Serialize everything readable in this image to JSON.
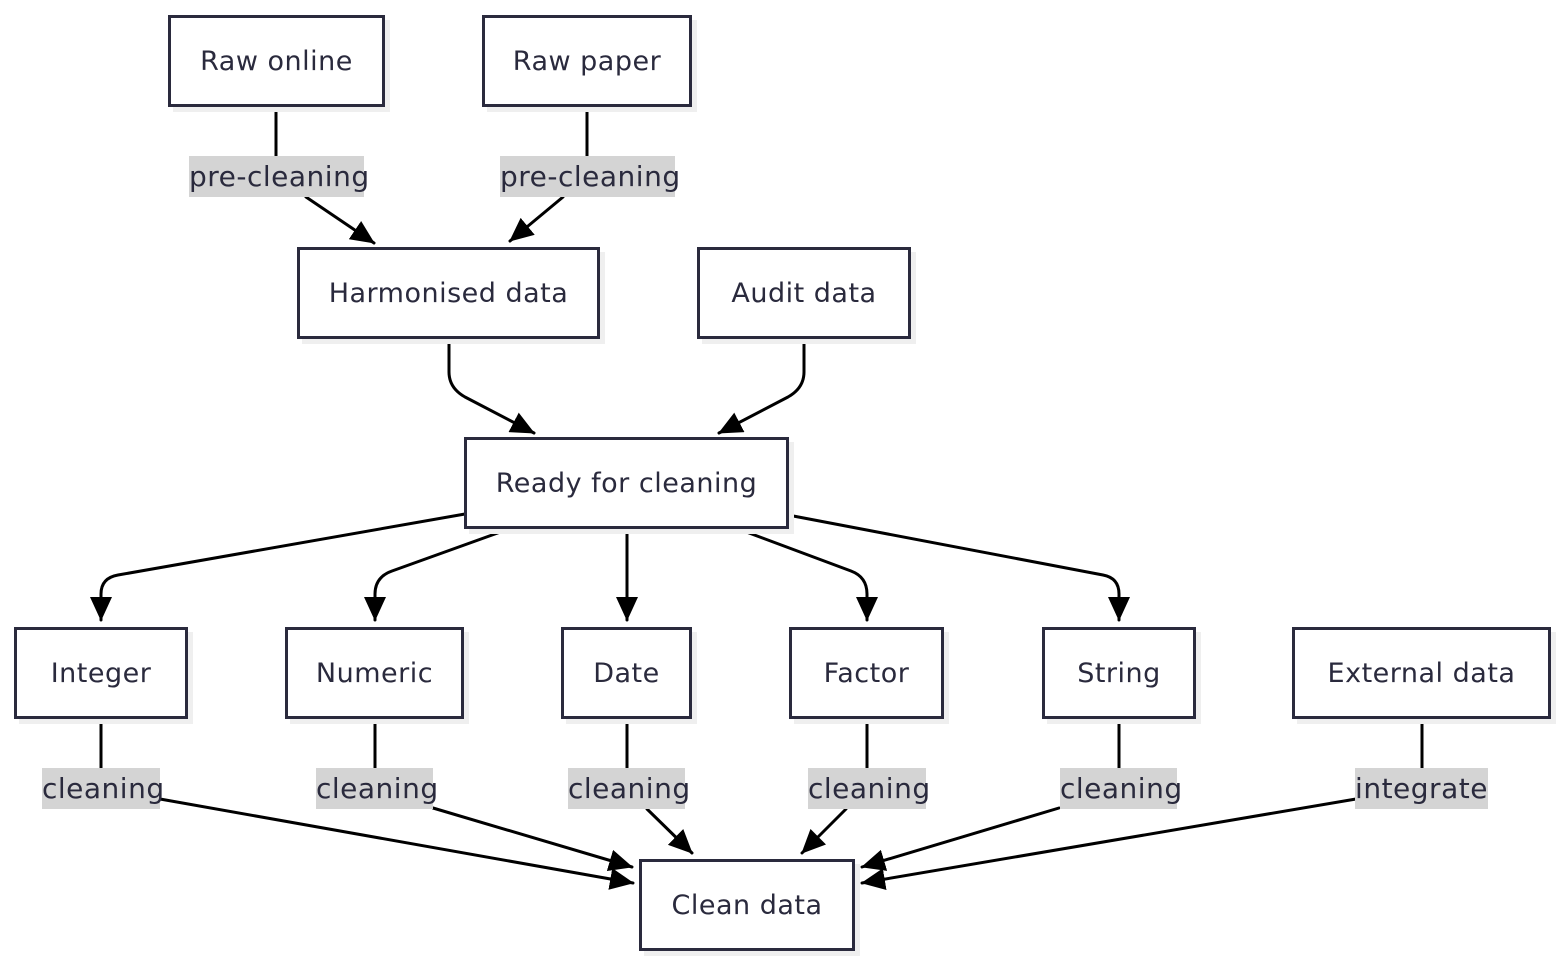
{
  "nodes": {
    "raw_online": "Raw online",
    "raw_paper": "Raw paper",
    "harmonised": "Harmonised data",
    "audit": "Audit data",
    "ready": "Ready for cleaning",
    "integer": "Integer",
    "numeric": "Numeric",
    "date": "Date",
    "factor": "Factor",
    "string": "String",
    "external": "External data",
    "clean": "Clean data"
  },
  "edge_labels": {
    "raw_online": "pre-cleaning",
    "raw_paper": "pre-cleaning",
    "integer": "cleaning",
    "numeric": "cleaning",
    "date": "cleaning",
    "factor": "cleaning",
    "string": "cleaning",
    "external": "integrate"
  },
  "colors": {
    "node_border": "#2a2a3d",
    "edge": "#000000",
    "label_bg": "#d4d4d4",
    "text": "#2a2a3d"
  }
}
